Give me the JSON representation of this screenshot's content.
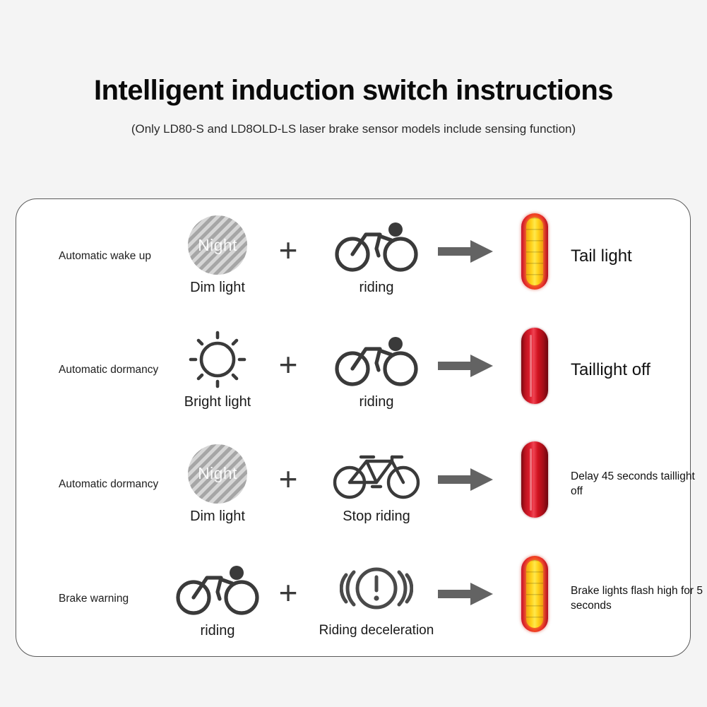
{
  "header": {
    "title": "Intelligent induction switch instructions",
    "subtitle": "(Only LD80-S and LD8OLD-LS laser brake sensor models include sensing function)"
  },
  "symbols": {
    "plus": "+",
    "night_label": "Night"
  },
  "colors": {
    "background": "#f4f4f4",
    "card_background": "#ffffff",
    "card_border": "#5a5a5a",
    "light_on_casing": "#e8252b",
    "light_on_core": "#ffd21a",
    "light_off": "#c01420",
    "arrow": "#636363",
    "icon": "#3a3a3a"
  },
  "rows": [
    {
      "state": "Automatic wake up",
      "condition1": {
        "icon": "night-circle-icon",
        "caption": "Dim light"
      },
      "condition2": {
        "icon": "cyclist-riding-icon",
        "caption": "riding"
      },
      "light": "on",
      "result": "Tail light",
      "result_size": "big"
    },
    {
      "state": "Automatic dormancy",
      "condition1": {
        "icon": "sun-bright-icon",
        "caption": "Bright light"
      },
      "condition2": {
        "icon": "cyclist-riding-icon",
        "caption": "riding"
      },
      "light": "off",
      "result": "Taillight off",
      "result_size": "big"
    },
    {
      "state": "Automatic dormancy",
      "condition1": {
        "icon": "night-circle-icon",
        "caption": "Dim light"
      },
      "condition2": {
        "icon": "bicycle-stopped-icon",
        "caption": "Stop riding"
      },
      "light": "off",
      "result": "Delay 45 seconds taillight off",
      "result_size": "small"
    },
    {
      "state": "Brake warning",
      "condition1": {
        "icon": "cyclist-riding-icon",
        "caption": "riding"
      },
      "condition2": {
        "icon": "brake-warning-icon",
        "caption": "Riding deceleration"
      },
      "light": "on",
      "result": "Brake lights flash high for 5 seconds",
      "result_size": "small"
    }
  ]
}
